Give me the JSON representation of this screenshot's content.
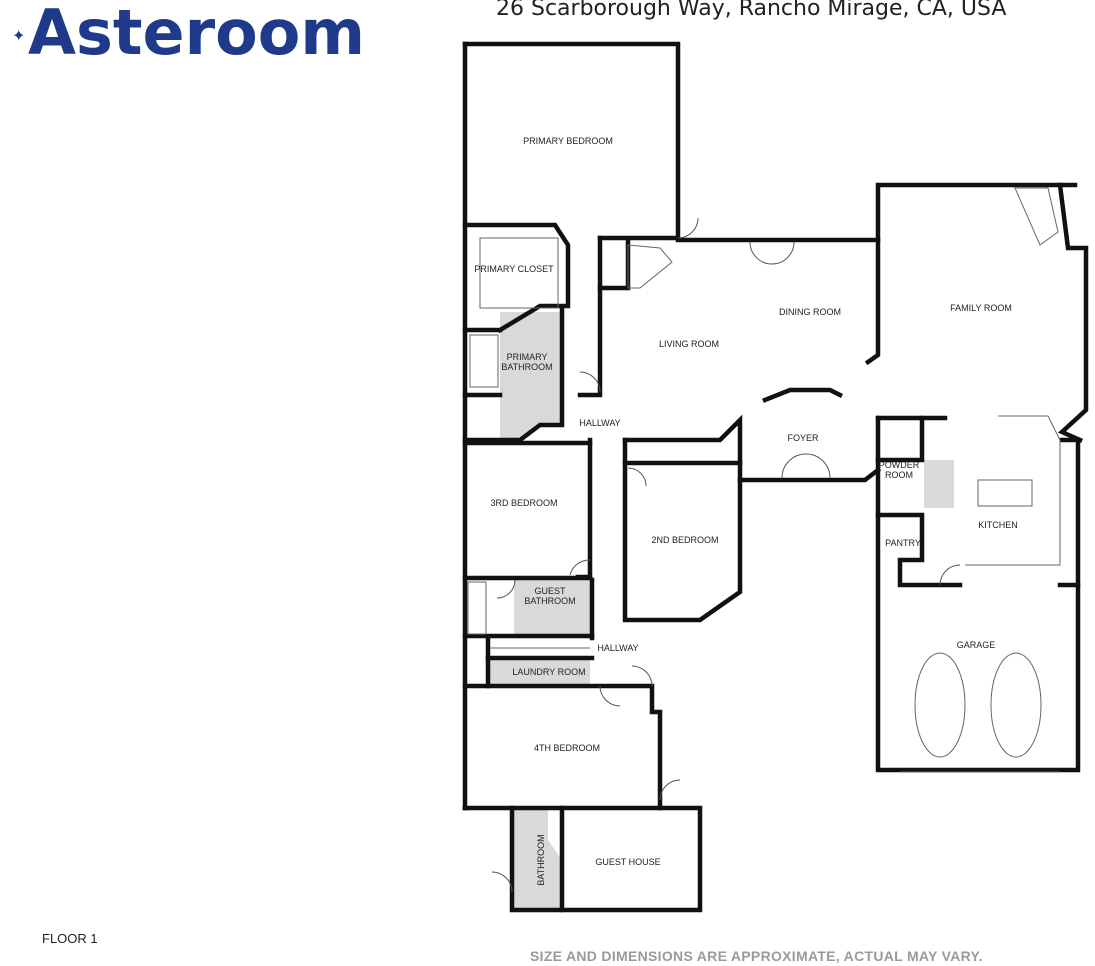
{
  "brand": {
    "logo_text": "Asteroom",
    "logo_color": "#1f3a8a"
  },
  "address": "26 Scarborough Way, Rancho Mirage, CA, USA",
  "floor_label": "FLOOR 1",
  "disclaimer": "SIZE AND DIMENSIONS ARE APPROXIMATE, ACTUAL MAY VARY.",
  "rooms": {
    "primary_bedroom": "PRIMARY BEDROOM",
    "primary_closet": "PRIMARY CLOSET",
    "primary_bathroom_1": "PRIMARY",
    "primary_bathroom_2": "BATHROOM",
    "living_room": "LIVING ROOM",
    "dining_room": "DINING ROOM",
    "family_room": "FAMILY ROOM",
    "hallway_upper": "HALLWAY",
    "foyer": "FOYER",
    "powder_room_1": "POWDER",
    "powder_room_2": "ROOM",
    "kitchen": "KITCHEN",
    "pantry": "PANTRY",
    "third_bedroom": "3RD BEDROOM",
    "second_bedroom": "2ND BEDROOM",
    "guest_bathroom_1": "GUEST",
    "guest_bathroom_2": "BATHROOM",
    "hallway_lower": "HALLWAY",
    "laundry_room": "LAUNDRY ROOM",
    "garage": "GARAGE",
    "fourth_bedroom": "4TH BEDROOM",
    "bathroom": "BATHROOM",
    "guest_house": "GUEST HOUSE"
  }
}
